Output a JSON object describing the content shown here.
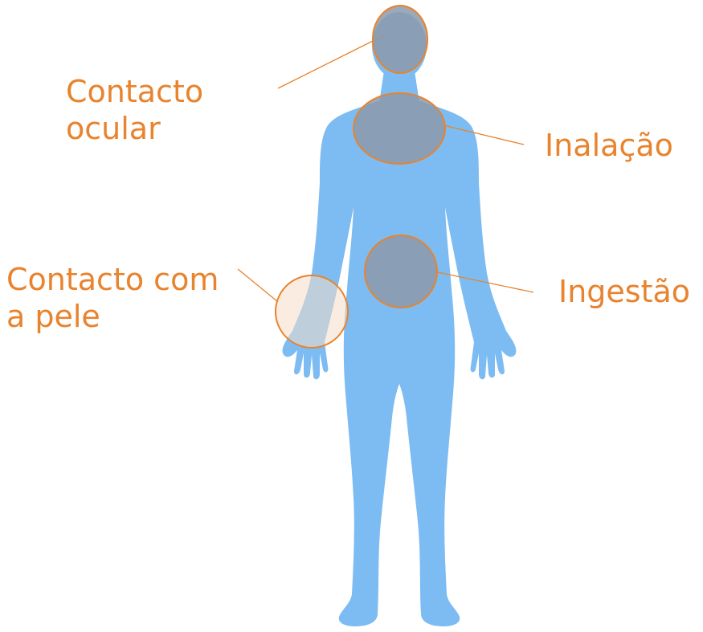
{
  "colors": {
    "body_fill": "#7cbcf2",
    "body_shade": "#5fa6e6",
    "highlight_outline": "#e8832e",
    "highlight_fill_gray": "#8d9aab",
    "highlight_fill_peach": "#f6dcc8",
    "label_text": "#e8832e"
  },
  "labels": {
    "eye_contact_line1": "Contacto",
    "eye_contact_line2": "ocular",
    "inhalation": "Inalação",
    "skin_contact_line1": "Contacto com",
    "skin_contact_line2": "a pele",
    "ingestion": "Ingestão"
  }
}
